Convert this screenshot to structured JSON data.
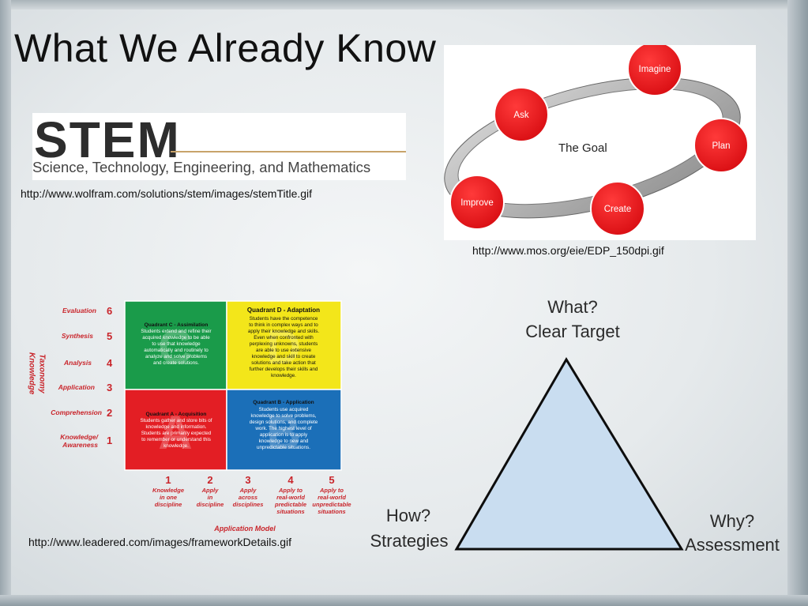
{
  "slide": {
    "title": "What We Already Know"
  },
  "stem": {
    "word": "STEM",
    "subtitle": "Science, Technology, Engineering, and Mathematics",
    "url": "http://www.wolfram.com/solutions/stem/images/stemTitle.gif"
  },
  "edp": {
    "center": "The Goal",
    "steps": [
      "Imagine",
      "Plan",
      "Create",
      "Improve",
      "Ask"
    ],
    "url": "http://www.mos.org/eie/EDP_150dpi.gif",
    "node_color": "#e8141b"
  },
  "framework": {
    "rows": [
      {
        "label": "Evaluation",
        "num": "6"
      },
      {
        "label": "Synthesis",
        "num": "5"
      },
      {
        "label": "Analysis",
        "num": "4"
      },
      {
        "label": "Application",
        "num": "3"
      },
      {
        "label": "Comprehension",
        "num": "2"
      },
      {
        "label": "Knowledge/",
        "label2": "Awareness",
        "num": "1"
      }
    ],
    "vertical_label_1": "Knowledge",
    "vertical_label_2": "Taxonomy",
    "quadrants": {
      "c": {
        "title": "Quadrant C - Assimilation",
        "lines": [
          "Students extend and refine their",
          "acquired knowledge to be able",
          "to use that knowledge",
          "automatically and routinely to",
          "analyze and solve problems",
          "and create solutions."
        ],
        "color": "#1a9b4a",
        "letter": "C"
      },
      "d": {
        "title": "Quadrant D - Adaptation",
        "lines": [
          "Students have the competence",
          "to think in complex ways and to",
          "apply their knowledge and skills.",
          "Even when confronted with",
          "perplexing unknowns, students",
          "are able to use extensive",
          "knowledge and skill to create",
          "solutions and take action that",
          "further develops their skills and",
          "knowledge."
        ],
        "color": "#f3e61a",
        "letter": "D"
      },
      "a": {
        "title": "Quadrant A - Acquisition",
        "lines": [
          "Students gather and store bits of",
          "knowledge and information.",
          "Students are primarily expected",
          "to remember or understand this",
          "knowledge."
        ],
        "color": "#e31e24",
        "letter": "A"
      },
      "b": {
        "title": "Quadrant B - Application",
        "lines": [
          "Students use acquired",
          "knowledge to solve problems,",
          "design solutions, and complete",
          "work. The highest level of",
          "application is to apply",
          "knowledge to new and",
          "unpredictable situations."
        ],
        "color": "#1b6fb8",
        "letter": "B"
      }
    },
    "columns": [
      {
        "num": "1",
        "lines": [
          "Knowledge",
          "in one",
          "discipline"
        ]
      },
      {
        "num": "2",
        "lines": [
          "Apply",
          "in",
          "discipline"
        ]
      },
      {
        "num": "3",
        "lines": [
          "Apply",
          "across",
          "disciplines"
        ]
      },
      {
        "num": "4",
        "lines": [
          "Apply to",
          "real-world",
          "predictable",
          "situations"
        ]
      },
      {
        "num": "5",
        "lines": [
          "Apply to",
          "real-world",
          "unpredictable",
          "situations"
        ]
      }
    ],
    "axis_label": "Application Model",
    "url": "http://www.leadered.com/images/frameworkDetails.gif",
    "accent_color": "#c9252b"
  },
  "triangle": {
    "top_1": "What?",
    "top_2": "Clear Target",
    "left_1": "How?",
    "left_2": "Strategies",
    "right_1": "Why?",
    "right_2": "Assessment",
    "fill": "#c9ddf0"
  }
}
